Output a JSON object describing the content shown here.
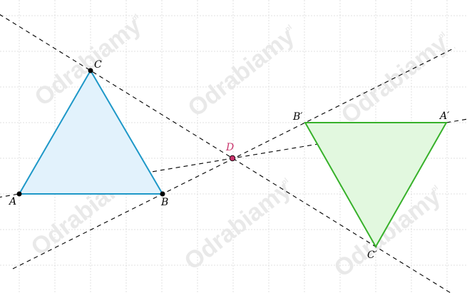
{
  "watermark": {
    "text": "Odrabiamy",
    "suffix": ".pl"
  },
  "colors": {
    "grid": "#d9d9d9",
    "guide_line": "#000000",
    "triangle_original_stroke": "#1e98c8",
    "triangle_original_fill": "#e2f2fc",
    "triangle_image_stroke": "#37b12a",
    "triangle_image_fill": "#e2f8df",
    "center_point": "#c8336b",
    "point": "#000000"
  },
  "diagram": {
    "description_type": "point-symmetry",
    "original_triangle": {
      "vertices": [
        {
          "id": "A",
          "label": "A"
        },
        {
          "id": "B",
          "label": "B"
        },
        {
          "id": "C",
          "label": "C"
        }
      ]
    },
    "image_triangle": {
      "vertices": [
        {
          "id": "A1",
          "label": "A′"
        },
        {
          "id": "B1",
          "label": "B′"
        },
        {
          "id": "C1",
          "label": "C′"
        }
      ]
    },
    "center": {
      "id": "D",
      "label": "D"
    }
  }
}
